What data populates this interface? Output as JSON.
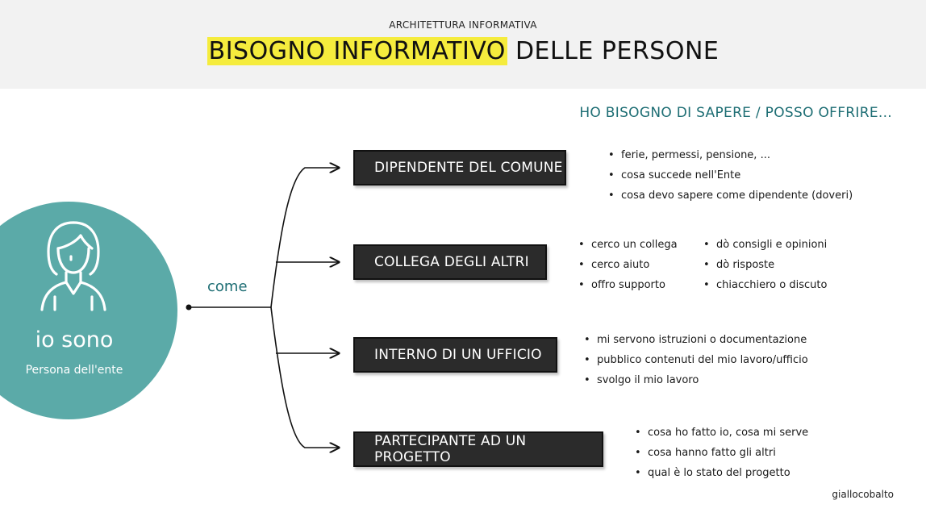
{
  "header": {
    "supertitle": "ARCHITETTURA INFORMATIVA",
    "title_highlight": "BISOGNO INFORMATIVO",
    "title_rest": " DELLE PERSONE"
  },
  "subtitle": "HO BISOGNO DI SAPERE / POSSO OFFRIRE...",
  "persona": {
    "title": "io sono",
    "subtitle": "Persona dell'ente",
    "icon": "person-icon"
  },
  "connector_label": "come",
  "roles": [
    {
      "label": "DIPENDENTE DEL COMUNE",
      "bullets": [
        [
          "ferie, permessi, pensione, ...",
          "cosa succede nell'Ente",
          "cosa devo sapere come dipendente (doveri)"
        ]
      ]
    },
    {
      "label": "COLLEGA DEGLI ALTRI",
      "bullets": [
        [
          "cerco un collega",
          "cerco aiuto",
          "offro supporto"
        ],
        [
          "dò consigli e opinioni",
          "dò risposte",
          "chiacchiero o discuto"
        ]
      ]
    },
    {
      "label": "INTERNO DI UN UFFICIO",
      "bullets": [
        [
          "mi servono istruzioni o documentazione",
          "pubblico contenuti del mio lavoro/ufficio",
          "svolgo il mio lavoro"
        ]
      ]
    },
    {
      "label": "PARTECIPANTE AD UN PROGETTO",
      "bullets": [
        [
          "cosa ho fatto io, cosa mi serve",
          "cosa hanno fatto gli altri",
          "qual è lo stato del progetto"
        ]
      ]
    }
  ],
  "brand": "giallocobalto",
  "colors": {
    "teal": "#5baaa8",
    "teal_text": "#1e6e74",
    "highlight": "#f5ec3d",
    "box": "#2b2b2b",
    "header_bg": "#f2f2f2"
  }
}
